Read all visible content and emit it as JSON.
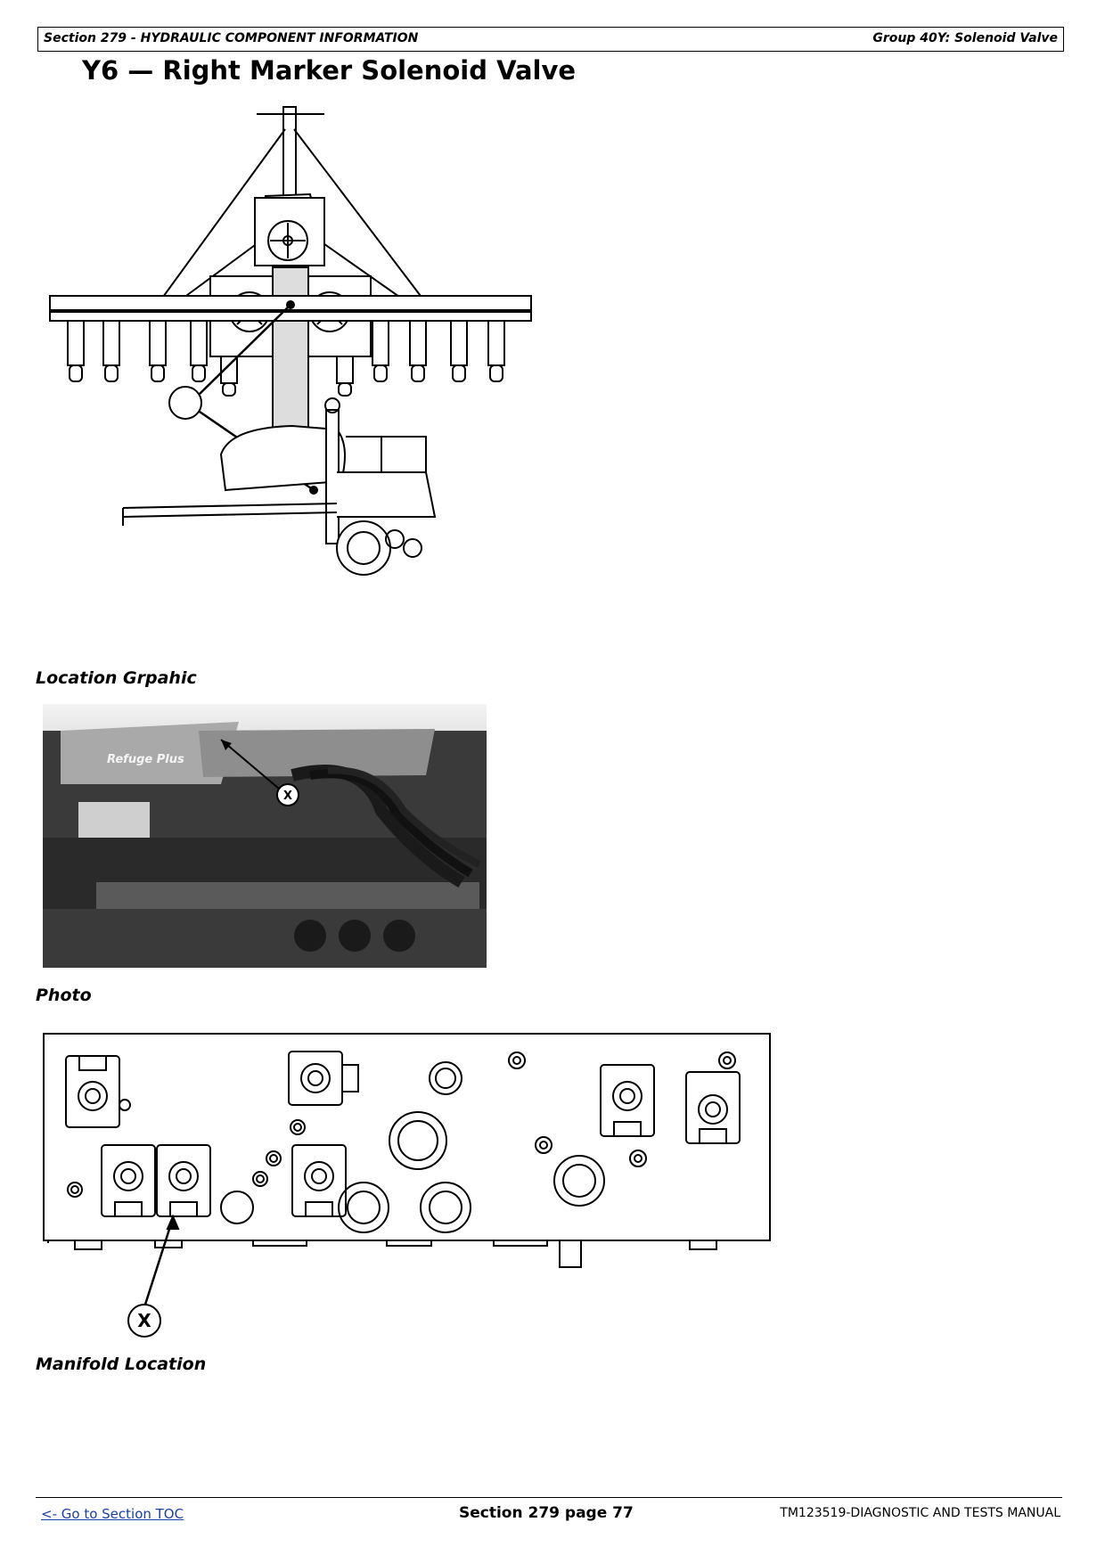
{
  "header": {
    "section": "Section 279 - HYDRAULIC COMPONENT INFORMATION",
    "group": "Group 40Y: Solenoid Valve"
  },
  "title": "Y6 — Right Marker Solenoid Valve",
  "figures": {
    "location_caption": "Location Grpahic",
    "photo_caption": "Photo",
    "photo_logo": "Refuge Plus",
    "photo_callout": "X",
    "manifold_caption": "Manifold Location",
    "manifold_callout": "X"
  },
  "footer": {
    "toc_link": "<- Go to Section TOC",
    "page": "Section 279 page 77",
    "manual": "TM123519-DIAGNOSTIC AND TESTS MANUAL"
  }
}
